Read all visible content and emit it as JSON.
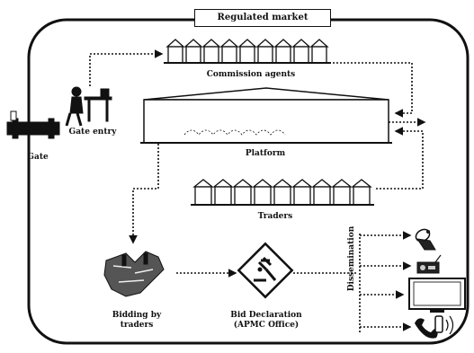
{
  "diagram": {
    "title": "Regulated market",
    "nodes": {
      "commission_agents": "Commission agents",
      "gate_entry": "Gate entry",
      "gate": "Gate",
      "platform": "Platform",
      "traders": "Traders",
      "bidding_line1": "Bidding by",
      "bidding_line2": "traders",
      "bid_decl_line1": "Bid Declaration",
      "bid_decl_line2": "(APMC Office)",
      "dissemination": "Dissemination"
    },
    "icons": [
      "warehouse-icon",
      "person-at-desk-icon",
      "gate-icon",
      "platform-shed-icon",
      "handshake-bidding-icon",
      "auction-sign-icon",
      "satellite-dish-icon",
      "radio-icon",
      "monitor-icon",
      "telephone-icon"
    ]
  }
}
